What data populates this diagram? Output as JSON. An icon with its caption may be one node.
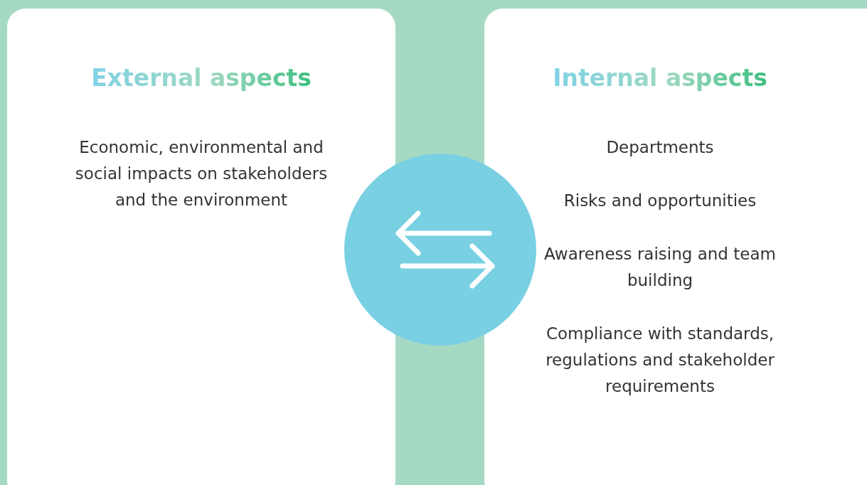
{
  "diagram": {
    "nodes": [
      {
        "text": [
          "External aspects",
          "Economic, environmental and social impacts on stakeholders and the environment"
        ]
      },
      {
        "text": [
          "Internal aspects",
          "Departments",
          "Risks and opportunities",
          "Awareness raising and team building",
          "Compliance with standards, regulations and stakeholder requirements"
        ]
      },
      {
        "text": [],
        "shape": "circle"
      }
    ]
  }
}
